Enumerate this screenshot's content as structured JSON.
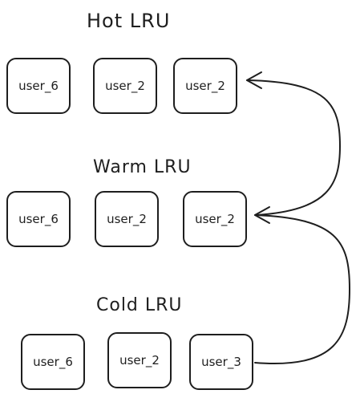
{
  "hot": {
    "title": "Hot LRU",
    "items": [
      "user_6",
      "user_2",
      "user_2"
    ]
  },
  "warm": {
    "title": "Warm LRU",
    "items": [
      "user_6",
      "user_2",
      "user_2"
    ]
  },
  "cold": {
    "title": "Cold LRU",
    "items": [
      "user_6",
      "user_2",
      "user_3"
    ]
  },
  "colors": {
    "stroke": "#1e1e1e",
    "background": "#ffffff"
  }
}
